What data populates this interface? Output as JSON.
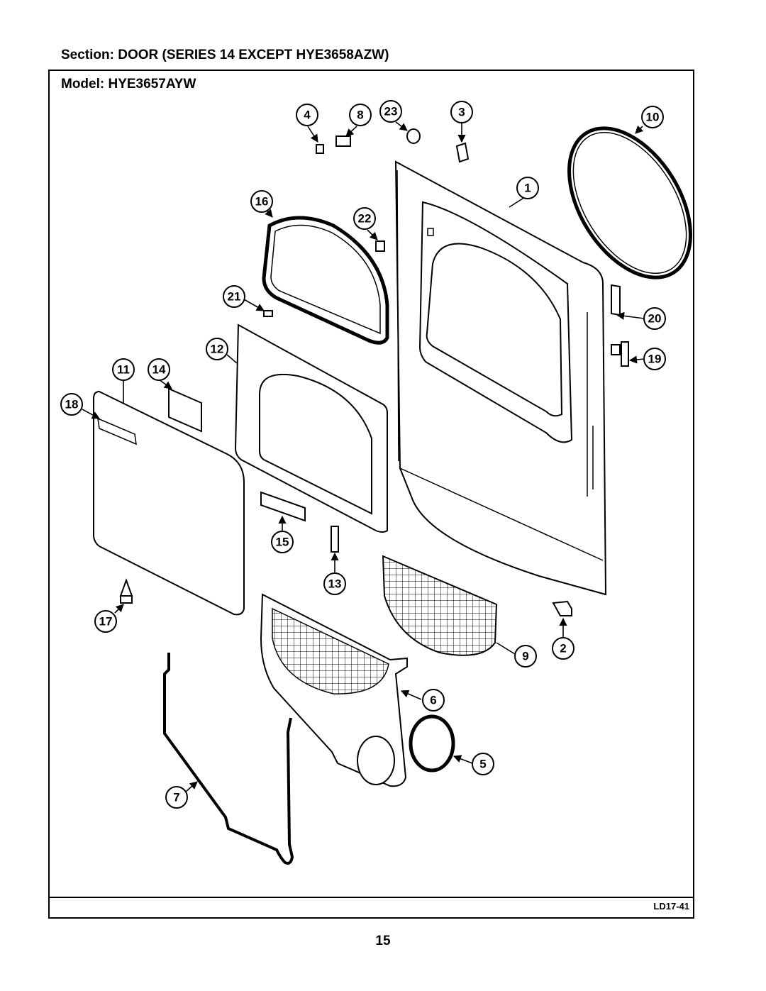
{
  "header": {
    "section_title": "Section:  DOOR (SERIES 14 EXCEPT HYE3658AZW)",
    "model_title": "Model:  HYE3657AYW"
  },
  "footer": {
    "diagram_code": "LD17-41",
    "page_number": "15"
  },
  "callouts": [
    {
      "id": "callout-1",
      "label": "1"
    },
    {
      "id": "callout-2",
      "label": "2"
    },
    {
      "id": "callout-3",
      "label": "3"
    },
    {
      "id": "callout-4",
      "label": "4"
    },
    {
      "id": "callout-5",
      "label": "5"
    },
    {
      "id": "callout-6",
      "label": "6"
    },
    {
      "id": "callout-7",
      "label": "7"
    },
    {
      "id": "callout-8",
      "label": "8"
    },
    {
      "id": "callout-9",
      "label": "9"
    },
    {
      "id": "callout-10",
      "label": "10"
    },
    {
      "id": "callout-11",
      "label": "11"
    },
    {
      "id": "callout-12",
      "label": "12"
    },
    {
      "id": "callout-13",
      "label": "13"
    },
    {
      "id": "callout-14",
      "label": "14"
    },
    {
      "id": "callout-15",
      "label": "15"
    },
    {
      "id": "callout-16",
      "label": "16"
    },
    {
      "id": "callout-17",
      "label": "17"
    },
    {
      "id": "callout-18",
      "label": "18"
    },
    {
      "id": "callout-19",
      "label": "19"
    },
    {
      "id": "callout-20",
      "label": "20"
    },
    {
      "id": "callout-21",
      "label": "21"
    },
    {
      "id": "callout-22",
      "label": "22"
    },
    {
      "id": "callout-23",
      "label": "23"
    }
  ]
}
